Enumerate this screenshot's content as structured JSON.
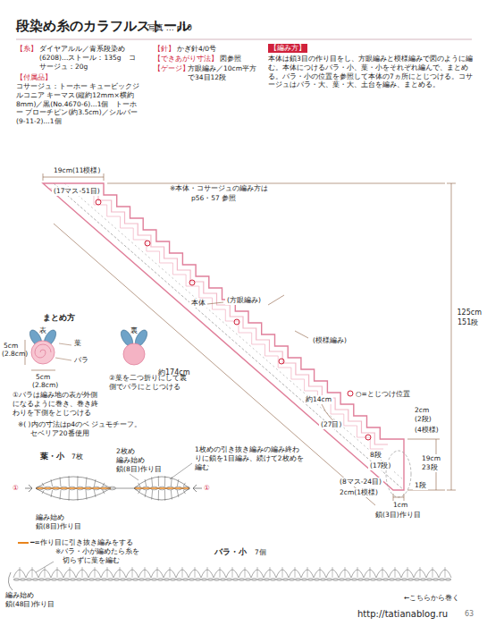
{
  "diagram": {
    "title": "段染め糸のカラフルストール",
    "labels": [
      "写真 … p10",
      "【糸】",
      "ダイヤアルル／青系段染め(6208)…ストール：135g　コサージュ：20g",
      "【付属品】",
      "コサージュ：トーホー キュービックジルコニア キーマス(縦約12mm×横約8mm)／黒(No.4670-6)…1個　トーホー ブローチピン(約3.5cm)／シルバー(9-11-2)…1個",
      "【針】",
      "かぎ針4/0号",
      "【できあがり寸法】",
      "図参照",
      "【ゲージ】",
      "方眼編み／10cm平方で34目12段",
      "【編み方】",
      "本体は鎖3目の作り目をし、方眼編みと模様編みで図のように編む。本体につけるバラ・小、葉・小をそれぞれ編んで、まとめる。バラ・小の位置を参照して本体の7ヵ所にとじつける。コサージュはバラ・大、葉・大、土台を編み、まとめる。",
      "19cm(11模様)",
      "(17マス-51目)",
      "※本体・コサージュの編み方は",
      "p56・57 参照",
      "本体",
      "(方眼編み)",
      "(模様編み)",
      "約174cm",
      "約14cm",
      "(27目)",
      "○=とじつけ位置",
      "2cm",
      "(2段)",
      "(4模様)",
      "8段",
      "(17段)",
      "19cm",
      "23段",
      "1段",
      "(8マス-24目)",
      "2cm(1模様)",
      "1cm",
      "鎖(3目)作り目",
      "125cm",
      "151段",
      "まとめ方",
      "表",
      "裏",
      "葉",
      "バラ",
      "5cm",
      "(2.8cm)",
      "5cm",
      "(2.8cm)",
      "①バラは編み地の表が外側になるように巻き、巻き終わりを下側をとじつける",
      "②葉を二つ折りにして裏側でバラにとじつける",
      "※( )内の寸法はp4のベ ジュモチーフ。",
      "セベリア20番使用",
      "葉・小",
      "7枚",
      "2枚め",
      "編み始め",
      "鎖(8目)作り目",
      "1枚めの引き抜き編みの編み終わりに鎖を1目編み、続けて2枚めを編む",
      "①",
      "①",
      "編み始め",
      "鎖(8目)作り目",
      "※バラ・小が編めたら糸を",
      "切らずに葉を編む",
      "バラ・小",
      "7個",
      "編み始め",
      "鎖(48目)作り目",
      "←こちらから巻く",
      "http://tatianablog.ru",
      "63"
    ],
    "legend": [
      {
        "text": "━=作り目に引き抜き編みをする"
      }
    ]
  }
}
